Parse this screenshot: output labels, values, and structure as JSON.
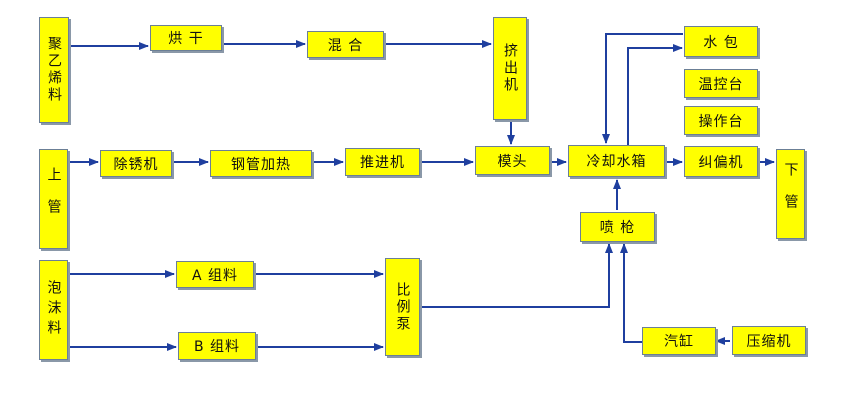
{
  "diagram": {
    "colors": {
      "box_fill": "#ffff00",
      "arrow": "#1f3f9f",
      "box_border": "#6b7f96"
    },
    "nodes": {
      "polyethylene": "聚乙烯料",
      "dry": "烘 干",
      "mix": "混 合",
      "extruder": "挤出机",
      "upper_pipe": "上管",
      "derust": "除锈机",
      "steel_heat": "钢管加热",
      "pusher": "推进机",
      "die": "模头",
      "cooling": "冷却水箱",
      "water_bag": "水 包",
      "temp_console": "温控台",
      "operation_console": "操作台",
      "deviation": "纠偏机",
      "lower_pipe": "下管",
      "spray_gun": "喷 枪",
      "foam": "泡沫料",
      "comp_a": "A 组料",
      "comp_b": "B 组料",
      "ratio_pump": "比例泵",
      "cylinder": "汽缸",
      "compressor": "压缩机"
    }
  }
}
